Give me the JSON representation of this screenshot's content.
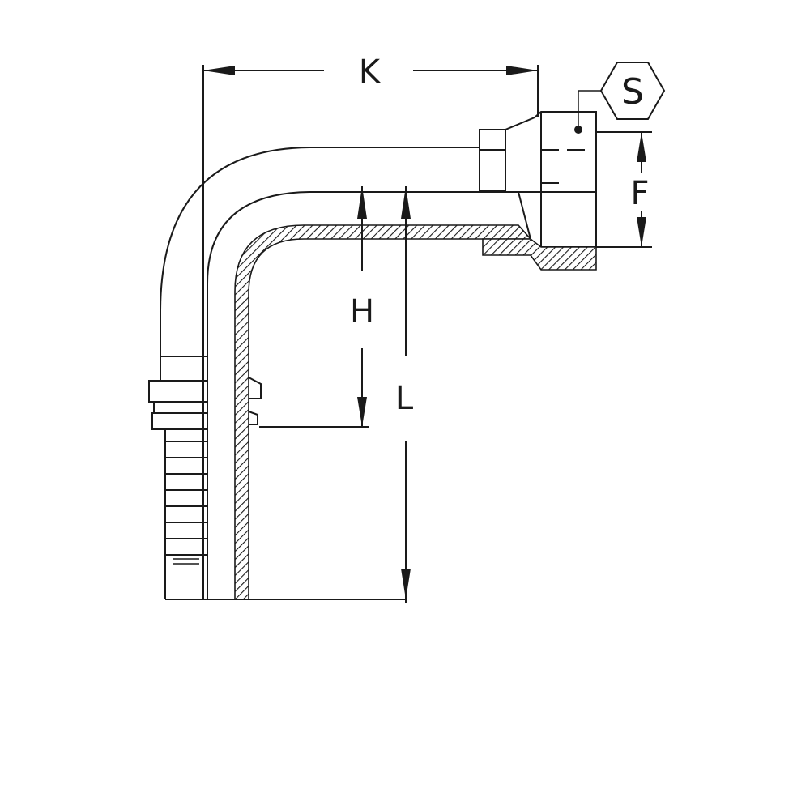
{
  "labels": {
    "k": "K",
    "s": "S",
    "f": "F",
    "h": "H",
    "l": "L"
  },
  "colors": {
    "line": "#1a1a1a",
    "background": "#ffffff"
  }
}
